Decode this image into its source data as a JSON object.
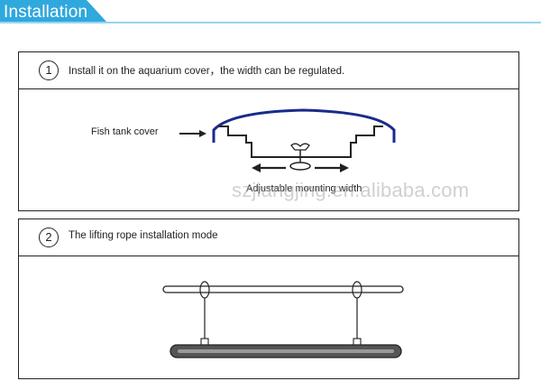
{
  "header": {
    "title": "Installation",
    "accent_color": "#2fa8dd"
  },
  "sections": [
    {
      "number": "1",
      "text": "Install it on the aquarium cover，the width can be regulated.",
      "labels": {
        "left": "Fish tank cover",
        "bottom": "Adjustable mounting width"
      }
    },
    {
      "number": "2",
      "text": "The lifting rope installation mode"
    }
  ],
  "watermark": "szjiangjing.en.alibaba.com",
  "colors": {
    "tank_cover": "#1a2a8c",
    "line": "#222222"
  }
}
